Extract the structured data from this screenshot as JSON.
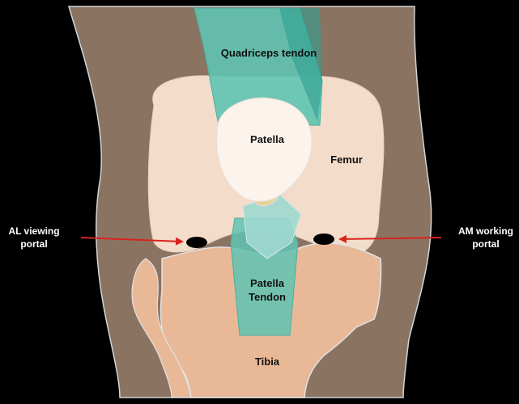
{
  "labels": {
    "quadriceps_tendon": "Quadriceps tendon",
    "patella": "Patella",
    "femur": "Femur",
    "patella_tendon_line1": "Patella",
    "patella_tendon_line2": "Tendon",
    "tibia": "Tibia",
    "al_portal_line1": "AL viewing",
    "al_portal_line2": "portal",
    "am_portal_line1": "AM working",
    "am_portal_line2": "portal"
  },
  "colors": {
    "background": "#000000",
    "skin": "#8b7361",
    "bone": "#f4dccb",
    "patella": "#fbf3ec",
    "tibia": "#e9b896",
    "tendon": "#5fc3b3",
    "portal": "#000000",
    "arrow": "#d9231d",
    "outline": "#dde3e6"
  }
}
